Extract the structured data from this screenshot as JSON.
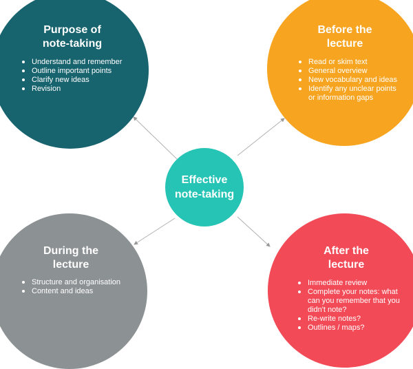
{
  "center": {
    "title_line1": "Effective",
    "title_line2": "note-taking",
    "color": "#26c4b5"
  },
  "purpose": {
    "title_line1": "Purpose of",
    "title_line2": "note-taking",
    "color": "#17636e",
    "items": [
      "Understand and remember",
      "Outline important points",
      "Clarify new ideas",
      "Revision"
    ]
  },
  "before": {
    "title_line1": "Before the",
    "title_line2": "lecture",
    "color": "#f7a521",
    "items": [
      "Read or skim text",
      "General overview",
      "New vocabulary and ideas",
      "Identify any unclear points or information gaps"
    ]
  },
  "during": {
    "title_line1": "During the",
    "title_line2": "lecture",
    "color": "#8c9193",
    "items": [
      "Structure and organisation",
      "Content and ideas"
    ]
  },
  "after": {
    "title_line1": "After the",
    "title_line2": "lecture",
    "color": "#f24a57",
    "items": [
      "Immediate review",
      "Complete your notes: what can you remember that you didn't note?",
      "Re-write notes?",
      "Outlines / maps?"
    ]
  }
}
